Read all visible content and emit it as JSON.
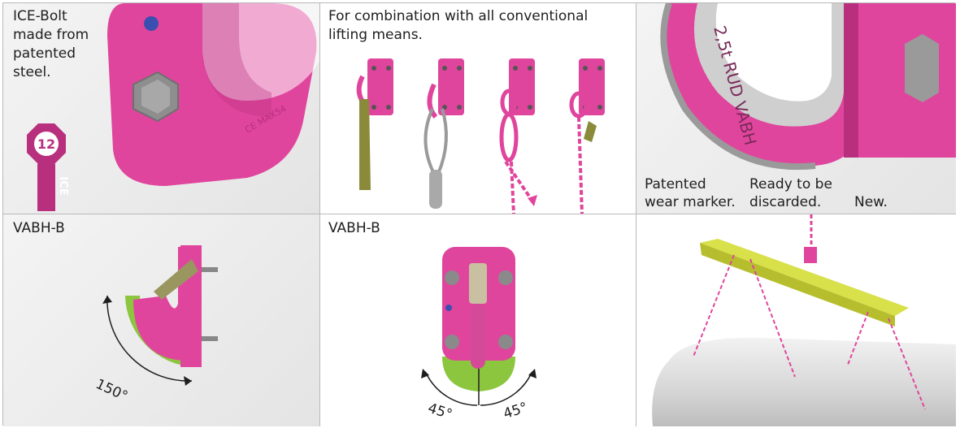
{
  "panels": {
    "ice_bolt": {
      "text": "ICE-Bolt\nmade from\npatented\nsteel.",
      "logo_grade": "12",
      "logo_brand": "ICE"
    },
    "combination": {
      "text": "For combination with all conventional\nlifting means."
    },
    "wear": {
      "stamp": "2,5t RUD VABH",
      "captions": [
        "Patented\nwear marker.",
        "Ready to be\ndiscarded.",
        "New."
      ]
    },
    "vabh_side": {
      "title": "VABH-B",
      "angle": "150°"
    },
    "vabh_front": {
      "title": "VABH-B",
      "angle_left": "45°",
      "angle_right": "45°"
    },
    "application": {}
  },
  "colors": {
    "pink": "#e0459d",
    "pink_dark": "#b8307d",
    "green": "#8cc63f",
    "yellow": "#d8e04a",
    "steel": "#9a9a9a"
  }
}
